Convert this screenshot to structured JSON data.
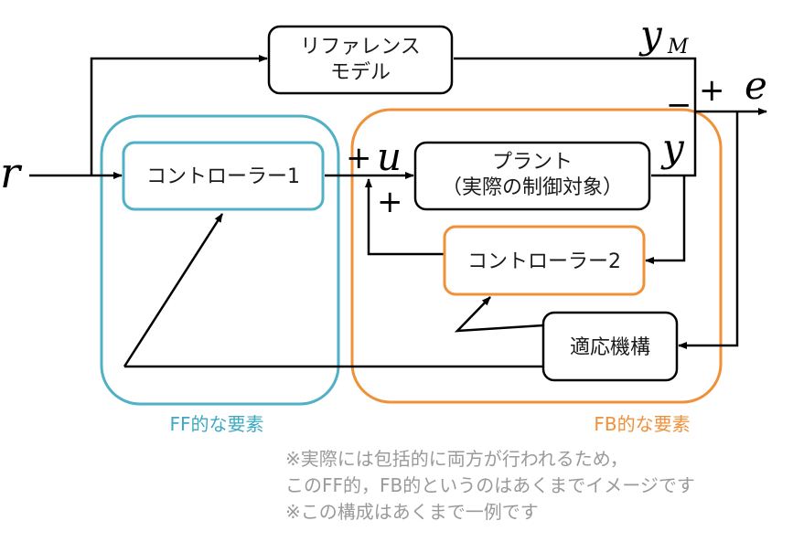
{
  "blocks": {
    "reference_model": {
      "line1": "リファレンス",
      "line2": "モデル"
    },
    "controller1": {
      "label": "コントローラー1"
    },
    "plant": {
      "line1": "プラント",
      "line2": "（実際の制御対象）"
    },
    "controller2": {
      "label": "コントローラー2"
    },
    "adaptive": {
      "label": "適応機構"
    }
  },
  "signals": {
    "r": "r",
    "u": "u",
    "y": "y",
    "yM": "y",
    "yM_sub": "M",
    "e": "e"
  },
  "signs": {
    "plus_u_top": "+",
    "plus_u_bottom": "+",
    "plus_sum": "+",
    "minus_sum": "−"
  },
  "groups": {
    "ff": {
      "label": "FF的な要素",
      "color": "#3da9c2"
    },
    "fb": {
      "label": "FB的な要素",
      "color": "#f0913a"
    }
  },
  "notes": [
    "※実際には包括的に両方が行われるため，",
    "このFF的，FB的というのはあくまでイメージです",
    "※この構成はあくまで一例です"
  ]
}
